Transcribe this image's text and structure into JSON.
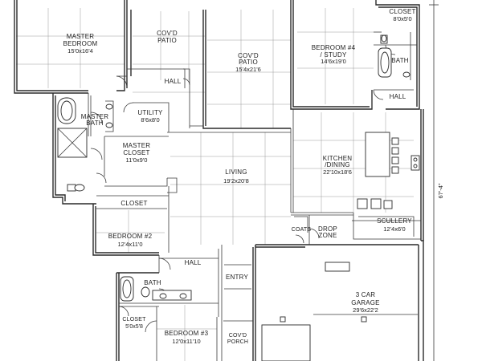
{
  "rooms": {
    "master_bedroom": {
      "name1": "MASTER",
      "name2": "BEDROOM",
      "dim": "15'0x16'4"
    },
    "covd_patio_small": {
      "name1": "COV'D",
      "name2": "PATIO"
    },
    "covd_patio_large": {
      "name1": "COV'D",
      "name2": "PATIO",
      "dim": "15'4x21'6"
    },
    "bedroom4": {
      "name1": "BEDROOM #4",
      "name2": "/ STUDY",
      "dim": "14'6x19'0"
    },
    "closet_top_right": {
      "name": "CLOSET",
      "dim": "8'0x5'0"
    },
    "bath_top_right": {
      "name": "BATH"
    },
    "hall_top_right": {
      "name": "HALL"
    },
    "hall_upper": {
      "name": "HALL"
    },
    "master_bath": {
      "name1": "MASTER",
      "name2": "BATH"
    },
    "utility": {
      "name": "UTILITY",
      "dim": "8'6x8'0"
    },
    "master_closet": {
      "name1": "MASTER",
      "name2": "CLOSET",
      "dim": "11'0x9'0"
    },
    "kitchen": {
      "name1": "KITCHEN",
      "name2": "/DINING",
      "dim": "22'10x18'6"
    },
    "living": {
      "name": "LIVING",
      "dim": "19'2x20'8"
    },
    "closet_mid": {
      "name": "CLOSET"
    },
    "coats": {
      "name": "COATS"
    },
    "drop_zone": {
      "name1": "DROP",
      "name2": "ZONE"
    },
    "scullery": {
      "name": "SCULLERY",
      "dim": "12'4x6'0"
    },
    "bedroom2": {
      "name": "BEDROOM #2",
      "dim": "12'4x11'0"
    },
    "hall_lower": {
      "name": "HALL"
    },
    "entry": {
      "name": "ENTRY"
    },
    "garage": {
      "name1": "3 CAR",
      "name2": "GARAGE",
      "dim": "29'6x22'2"
    },
    "bath_lower": {
      "name": "BATH"
    },
    "closet_lower": {
      "name": "CLOSET",
      "dim": "5'0x5'8"
    },
    "bedroom3": {
      "name": "BEDROOM #3",
      "dim": "12'0x11'10"
    },
    "covd_porch": {
      "name1": "COV'D",
      "name2": "PORCH"
    }
  },
  "overall_dimension": "67'-4\""
}
